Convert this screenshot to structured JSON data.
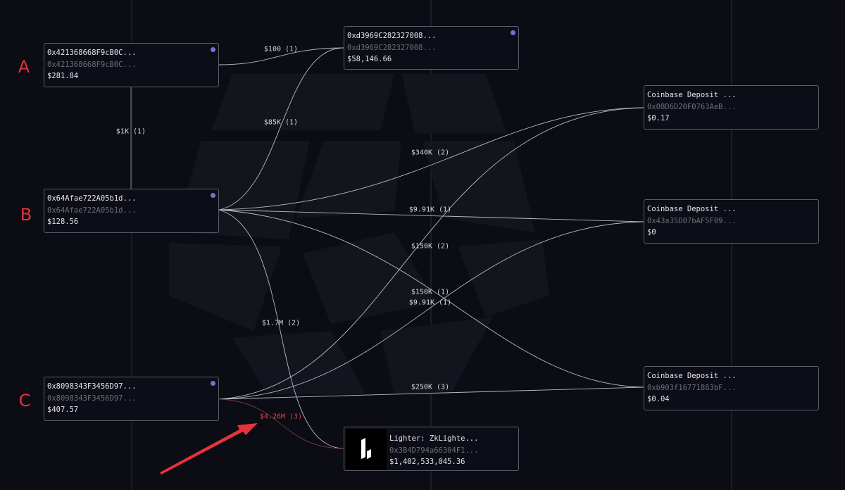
{
  "nodes": {
    "a": {
      "label": "0x421368668F9cB0C...",
      "address": "0x421368668F9cB0C...",
      "balance": "$281.84"
    },
    "b": {
      "label": "0x64Afae722A05b1d...",
      "address": "0x64Afae722A05b1d...",
      "balance": "$128.56"
    },
    "c": {
      "label": "0x8098343F3456D97...",
      "address": "0x8098343F3456D97...",
      "balance": "$407.57"
    },
    "d": {
      "label": "0xd3969C282327008...",
      "address": "0xd3969C282327008...",
      "balance": "$58,146.66"
    },
    "lighter": {
      "label": "Lighter: ZkLighte...",
      "address": "0x3B4D794a66304F1...",
      "balance": "$1,402,533,045.36"
    },
    "cb1": {
      "label": "Coinbase Deposit ...",
      "address": "0x08D6D20F0763AeB...",
      "balance": "$0.17"
    },
    "cb2": {
      "label": "Coinbase Deposit ...",
      "address": "0x43a35D07bAF5F09...",
      "balance": "$0"
    },
    "cb3": {
      "label": "Coinbase Deposit ...",
      "address": "0xb903f16771883bF...",
      "balance": "$0.04"
    }
  },
  "edges": [
    {
      "from": "a",
      "to": "d",
      "label": "$100 (1)"
    },
    {
      "from": "a",
      "to": "b",
      "label": "$1K (1)"
    },
    {
      "from": "b",
      "to": "d",
      "label": "$85K (1)"
    },
    {
      "from": "b",
      "to": "cb1",
      "label": "$340K (2)"
    },
    {
      "from": "b",
      "to": "cb2",
      "label": "$9.91K (1)"
    },
    {
      "from": "c",
      "to": "cb1",
      "label": "$150K (2)"
    },
    {
      "from": "c",
      "to": "cb2",
      "label": "$150K (1)"
    },
    {
      "from": "b",
      "to": "cb3",
      "label": "$9.91K (1)"
    },
    {
      "from": "b",
      "to": "lighter",
      "label": "$1.7M (2)"
    },
    {
      "from": "c",
      "to": "cb3",
      "label": "$250K (3)"
    },
    {
      "from": "c",
      "to": "lighter",
      "label": "$4.26M (3)",
      "highlighted": true
    }
  ],
  "annotations": {
    "a": "A",
    "b": "B",
    "c": "C"
  },
  "colors": {
    "background": "#0b0c14",
    "edge": "#b9bbc4",
    "highlight": "#d0464a",
    "annotation": "#e8323a",
    "dot": "#7b6fd0"
  }
}
